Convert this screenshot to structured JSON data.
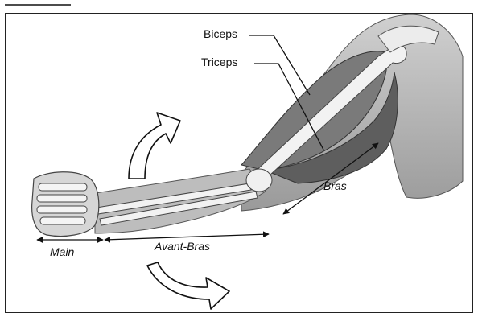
{
  "labels": {
    "biceps": "Biceps",
    "triceps": "Triceps",
    "bras": "Bras",
    "main": "Main",
    "avant_bras": "Avant-Bras"
  },
  "colors": {
    "line": "#111111",
    "bone": "#f2f2f2",
    "skin": "#bdbdbd",
    "muscle": "#7a7a7a",
    "shadow": "#5e5e5e"
  }
}
